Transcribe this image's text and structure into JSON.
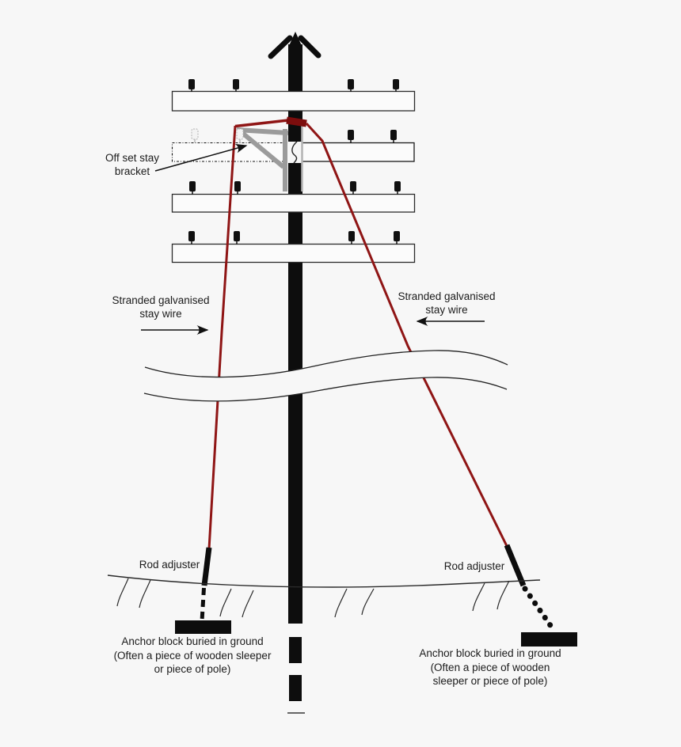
{
  "labels": {
    "offset_bracket": {
      "line1": "Off set stay",
      "line2": "bracket"
    },
    "stay_wire_left": {
      "line1": "Stranded galvanised",
      "line2": "stay wire"
    },
    "stay_wire_right": {
      "line1": "Stranded galvanised",
      "line2": "stay wire"
    },
    "rod_adjuster_left": "Rod adjuster",
    "rod_adjuster_right": "Rod adjuster",
    "anchor_left": {
      "line1": "Anchor block buried in ground",
      "line2": "(Often a piece of wooden sleeper",
      "line3": "or piece of pole)"
    },
    "anchor_right": {
      "line1": "Anchor block buried in ground",
      "line2": "(Often a piece of wooden",
      "line3": "sleeper or piece of pole)"
    }
  },
  "colors": {
    "background": "#f7f7f7",
    "pole": "#0d0d0d",
    "stay_wire": "#8f1515",
    "stay_cap": "#7c0d0d",
    "bracket": "#9b9b9b",
    "bracket_strap": "#b3b3b3",
    "crossarm_fill": "#fbfbfb",
    "line": "#222222"
  }
}
